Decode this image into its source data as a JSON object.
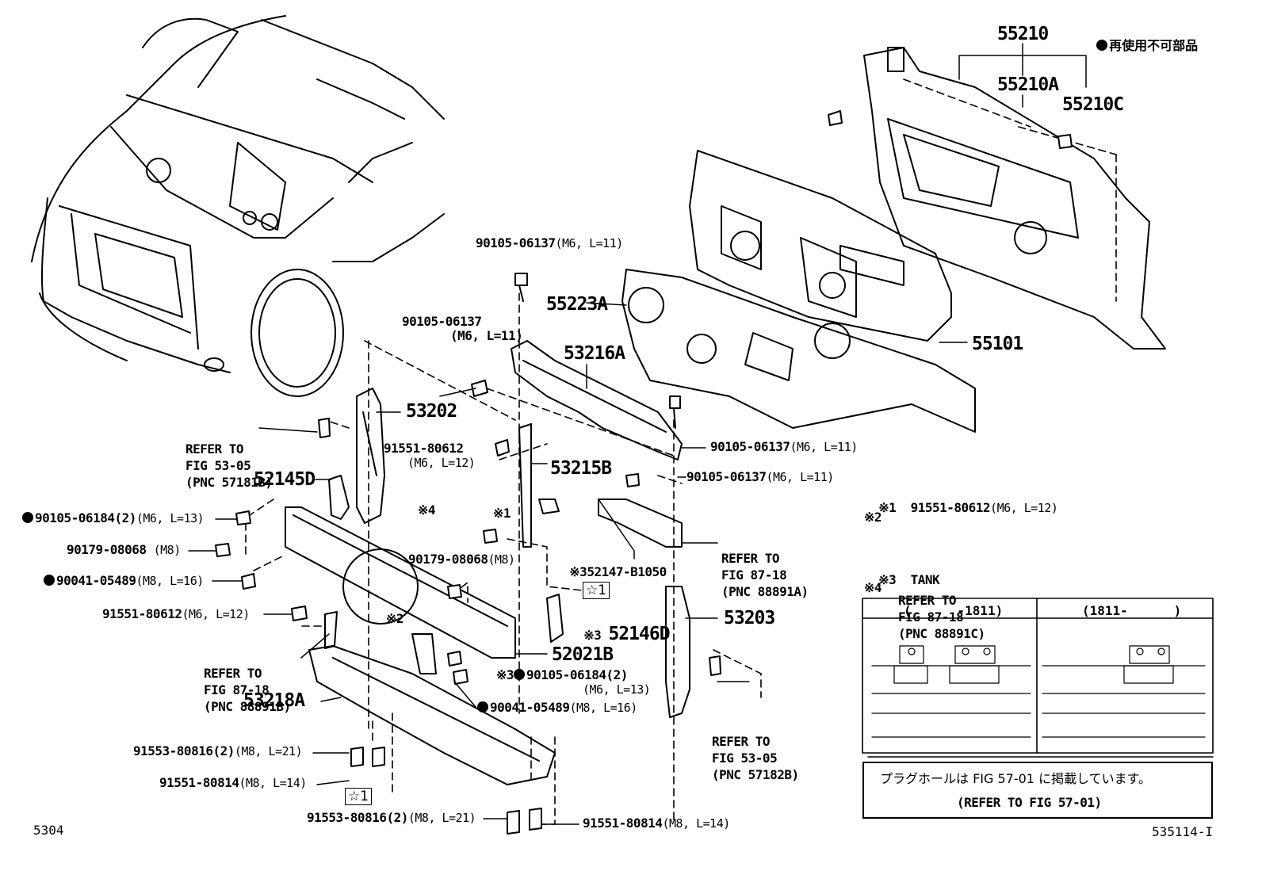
{
  "legend": {
    "marker_note": "再使用不可部品"
  },
  "parts": {
    "p55210": "55210",
    "p55210A": "55210A",
    "p55210C": "55210C",
    "p55101": "55101",
    "p55223A": "55223A",
    "p53216A": "53216A",
    "p53202": "53202",
    "p53215B": "53215B",
    "p52145D": "52145D",
    "p52147": "52147-B1050",
    "p52146D": "52146D",
    "p53203": "53203",
    "p52021B": "52021B",
    "p53218A": "53218A"
  },
  "fasteners": {
    "f_top": "90105-06137",
    "f_top_spec": "(M6, L=11)",
    "f_left": "90105-06137",
    "f_left_spec": "(M6, L=11)",
    "f_right1": "90105-06137",
    "f_right1_spec": "(M6, L=11)",
    "f_right2": "90105-06137",
    "f_right2_spec": "(M6, L=11)",
    "f_91551a": "91551-80612",
    "f_91551a_spec": "(M6, L=12)",
    "f_90105b": "90105-06184(2)",
    "f_90105b_spec": "(M6, L=13)",
    "f_90179a": "90179-08068",
    "f_90179a_spec": "(M8)",
    "f_90041a": "90041-05489",
    "f_90041a_spec": "(M8, L=16)",
    "f_91551b": "91551-80612",
    "f_91551b_spec": "(M6, L=12)",
    "f_90179b": "90179-08068",
    "f_90179b_spec": "(M8)",
    "f_90105c": "90105-06184(2)",
    "f_90105c_spec": "(M6, L=13)",
    "f_90041b": "90041-05489",
    "f_90041b_spec": "(M8, L=16)",
    "f_91553a": "91553-80816(2)",
    "f_91553a_spec": "(M8, L=21)",
    "f_91551c": "91551-80814",
    "f_91551c_spec": "(M8, L=14)",
    "f_91553b": "91553-80816(2)",
    "f_91553b_spec": "(M8, L=21)",
    "f_91551d": "91551-80814",
    "f_91551d_spec": "(M8, L=14)"
  },
  "refs": {
    "r1": [
      "REFER TO",
      "FIG 53-05",
      "(PNC 57181B)"
    ],
    "r2": [
      "REFER TO",
      "FIG 87-18",
      "(PNC 88891A)"
    ],
    "r3": [
      "REFER TO",
      "FIG 87-18",
      "(PNC 88891B)"
    ],
    "r4": [
      "REFER TO",
      "FIG 53-05",
      "(PNC 57182B)"
    ]
  },
  "marks": {
    "m1": "※1",
    "m2": "※2",
    "m3a": "※3",
    "m3b": "※3",
    "m3c": "※3",
    "m4": "※4",
    "star1a": "☆1",
    "star1b": "☆1"
  },
  "notes": {
    "n1_mark": "※1",
    "n1_text": "91551-80612",
    "n1_spec": "(M6, L=12)",
    "n2_mark": "※2",
    "n2_text": [
      "REFER TO",
      "FIG 87-18",
      "(PNC 88891C)"
    ],
    "n3_mark": "※3",
    "n3_text": "TANK",
    "n4_mark": "※4"
  },
  "table": {
    "col1": "(      -1811)",
    "col2": "(1811-      )"
  },
  "plug_note": {
    "jp": "プラグホールは FIG 57-01 に掲載しています。",
    "en": "(REFER TO FIG 57-01)"
  },
  "footer": {
    "left": "5304",
    "right": "535114-I"
  }
}
